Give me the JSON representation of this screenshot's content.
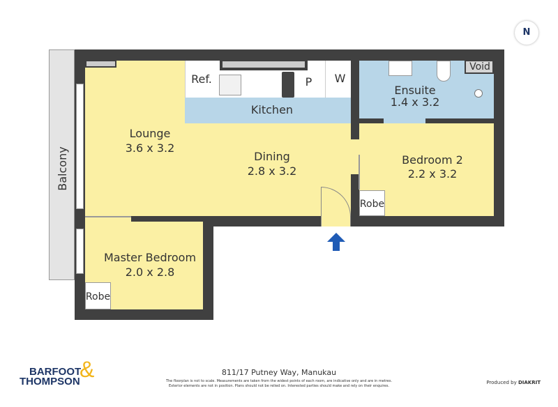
{
  "rooms": {
    "lounge": {
      "name": "Lounge",
      "size": "3.6 x 3.2"
    },
    "dining": {
      "name": "Dining",
      "size": "2.8 x 3.2"
    },
    "kitchen": {
      "name": "Kitchen"
    },
    "ensuite": {
      "name": "Ensuite",
      "size": "1.4 x 3.2"
    },
    "bedroom2": {
      "name": "Bedroom 2",
      "size": "2.2 x 3.2"
    },
    "master": {
      "name": "Master Bedroom",
      "size": "2.0 x 2.8"
    },
    "balcony": {
      "name": "Balcony"
    }
  },
  "fixtures": {
    "ref": "Ref.",
    "pantry": "P",
    "washer": "W",
    "void": "Void",
    "robe1": "Robe",
    "robe2": "Robe"
  },
  "compass": "N",
  "footer": {
    "brand_line1": "BARFOOT",
    "brand_line2": "THOMPSON",
    "brand_amp": "&",
    "address": "811/17 Putney Way, Manukau",
    "disclaimer1": "The floorplan is not to scale. Measurements are taken from the widest points of each room, are indicative only and are in metres.",
    "disclaimer2": "Exterior elements are not in position. Plans should not be relied on. Interested parties should make and rely on their enquires.",
    "produced_by": "Produced by",
    "producer": "DIAKRIT"
  },
  "colors": {
    "wall": "#404040",
    "living": "#fbf0a4",
    "wet": "#b8d6e8",
    "brand_blue": "#1d3566",
    "brand_gold": "#f2b51c",
    "entry_arrow": "#1f5bb5"
  }
}
